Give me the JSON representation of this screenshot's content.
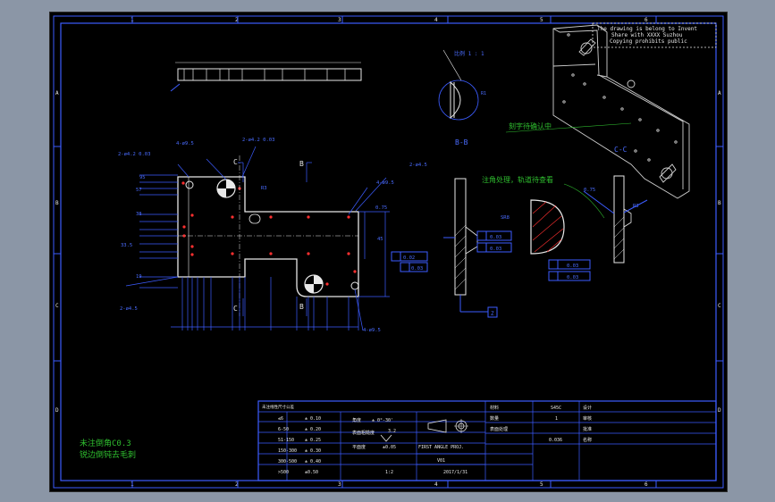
{
  "notice": {
    "lines": [
      "The drawing is belong to Invent",
      "Share with XXXX Suzhou",
      "Copying prohibits public"
    ]
  },
  "border": {
    "col_numbers": [
      "1",
      "2",
      "3",
      "4",
      "5",
      "6"
    ],
    "row_letters": [
      "A",
      "B",
      "C",
      "D"
    ]
  },
  "views": {
    "section_bb": "B-B",
    "section_cc": "C-C",
    "label_c": "C",
    "label_b": "B",
    "detail_scale": "比例 1 : 1"
  },
  "dims": {
    "d1": "2-ø4.2 0.03",
    "d2": "95",
    "d3": "57",
    "d4": "38",
    "d5": "33.5",
    "d6": "19",
    "d7": "4-ø9.5",
    "d8": "2-ø4.5",
    "d9": "0.75",
    "d10": "R3",
    "d11": "45",
    "d12": "SR8",
    "d13": "R1",
    "d14": "0.02",
    "d15": "0.03",
    "d16": "0.05",
    "d17": "0.03",
    "d18": "Z"
  },
  "annotations": {
    "green_center": "刻字待确认中",
    "green_mid": "注角处理，轨道待查看",
    "green_note1": "未注倒角C0.3",
    "green_note2": "锐边倒钝去毛刺"
  },
  "title_block": {
    "tol_header": "未注线性尺寸公差",
    "tol_rows": [
      [
        "≤6",
        "± 0.10"
      ],
      [
        "6-50",
        "± 0.20"
      ],
      [
        "51-150",
        "± 0.25"
      ],
      [
        "150-300",
        "± 0.30"
      ],
      [
        "300-500",
        "± 0.40"
      ],
      [
        ">500",
        "±0.50"
      ]
    ],
    "angle_label": "角度",
    "angle_val": "± 0°-30'",
    "roughness_label": "表面粗糙度",
    "roughness_val": "3.2",
    "flatness_label": "平面度",
    "flatness_val": "±0.05",
    "projection": "FIRST ANGLE PROJ.",
    "material_label": "材料",
    "material": "S45C",
    "qty_label": "数量",
    "qty": "1",
    "finish_label": "表面处理",
    "finish": "0.036",
    "version": "V01",
    "date": "2017/1/31",
    "scale": "1:2",
    "drawn_label": "设计",
    "checked_label": "审核",
    "approved_label": "批准",
    "title_label": "名称"
  }
}
